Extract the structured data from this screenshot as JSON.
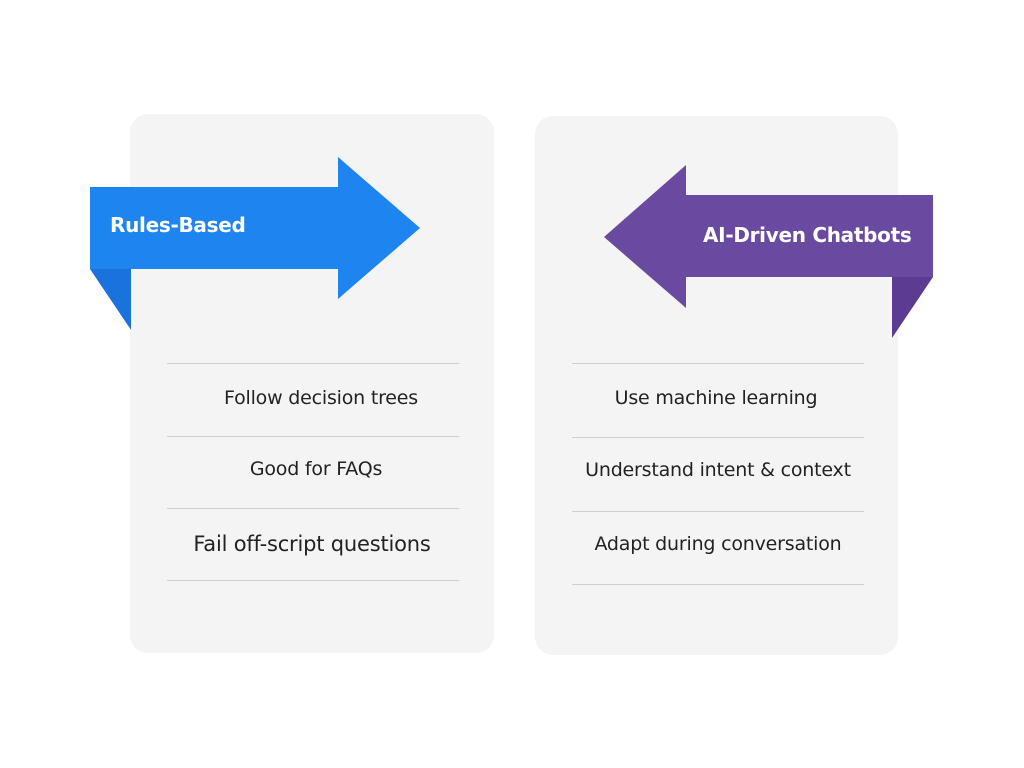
{
  "left": {
    "title": "Rules-Based",
    "color": "#1e84f0",
    "fold_color": "#1a72dc",
    "items": [
      "Follow decision trees",
      "Good for FAQs",
      "Fail off-script questions"
    ]
  },
  "right": {
    "title": "AI-Driven Chatbots",
    "color": "#6a4aa0",
    "fold_color": "#5c3c93",
    "items": [
      "Use machine learning",
      "Understand intent & context",
      "Adapt during conversation"
    ]
  }
}
